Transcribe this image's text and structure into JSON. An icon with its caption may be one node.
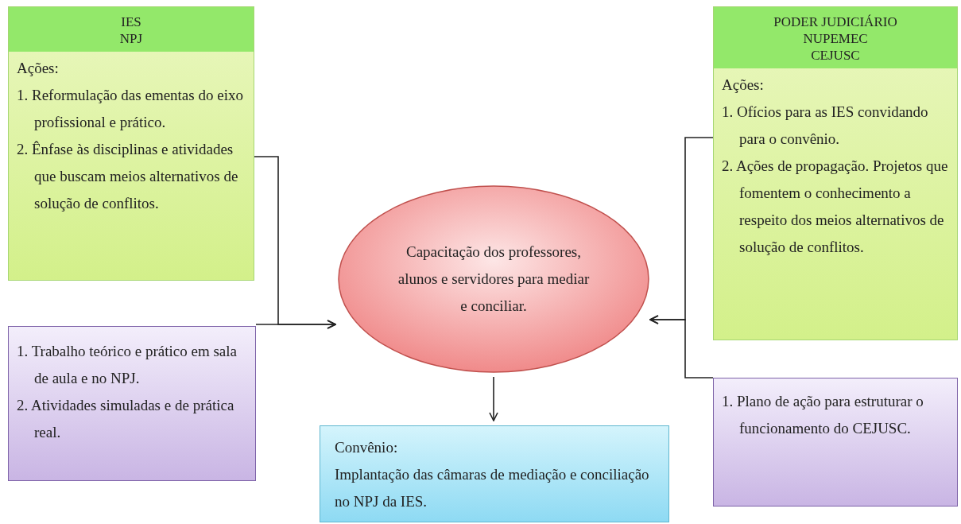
{
  "diagram": {
    "nodes": [
      {
        "text": [
          "IES",
          "NPJ",
          "Ações:",
          "1. Reformulação das ementas do eixo profissional e prático.",
          "2. Ênfase às disciplinas e atividades que buscam meios alternativos de solução de conflitos."
        ]
      },
      {
        "text": [
          "1. Trabalho teórico e prático em sala de aula e no NPJ.",
          "2. Atividades simuladas e de prática real."
        ]
      },
      {
        "text": [
          "Capacitação dos professores, alunos e servidores para mediar e conciliar."
        ]
      },
      {
        "text": [
          "PODER JUDICIÁRIO",
          "NUPEMEC",
          "CEJUSC",
          "Ações:",
          "1. Ofícios para as IES convidando para o convênio.",
          "2. Ações de propagação. Projetos que fomentem o conhecimento a respeito dos meios alternativos de solução de conflitos."
        ]
      },
      {
        "text": [
          "1. Plano de ação para estruturar o funcionamento do CEJUSC."
        ]
      },
      {
        "text": [
          "Convênio:",
          "Implantação das câmaras de mediação e conciliação no NPJ da IES."
        ]
      }
    ],
    "edges": [
      {
        "from": 0,
        "to": 2,
        "arrow": "to"
      },
      {
        "from": 1,
        "to": 2,
        "arrow": "to"
      },
      {
        "from": 3,
        "to": 2,
        "arrow": "to"
      },
      {
        "from": 4,
        "to": 2,
        "arrow": "to"
      },
      {
        "from": 2,
        "to": 5,
        "arrow": "to"
      }
    ]
  }
}
